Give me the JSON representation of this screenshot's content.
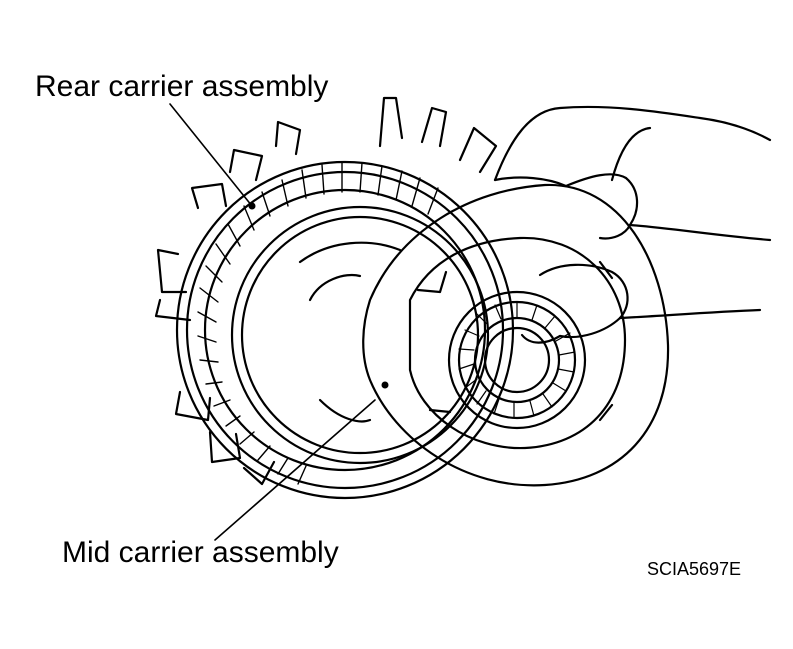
{
  "labels": {
    "rear_carrier": "Rear carrier assembly",
    "mid_carrier": "Mid carrier assembly"
  },
  "figure_code": "SCIA5697E",
  "colors": {
    "line": "#000000",
    "background": "#ffffff"
  }
}
